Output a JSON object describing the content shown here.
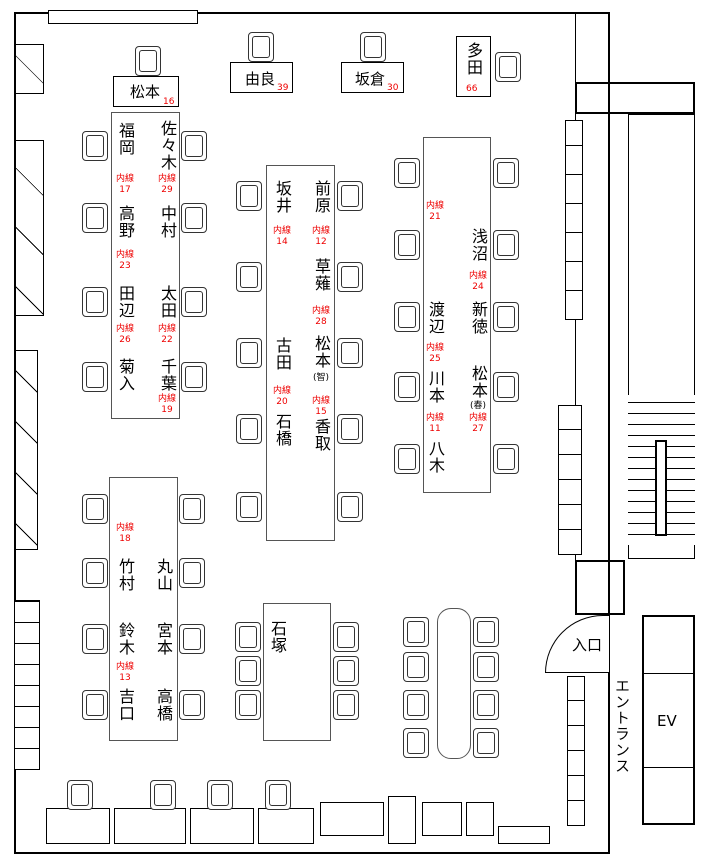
{
  "ext_label": "内線",
  "top": {
    "matsumoto": {
      "name": "松本",
      "ext": "16"
    },
    "yura": {
      "name": "由良",
      "ext": "39"
    },
    "sakakura": {
      "name": "坂倉",
      "ext": "30"
    },
    "tada": {
      "name": "多田",
      "ext": "66"
    }
  },
  "desk1": {
    "p": [
      {
        "name": "福岡",
        "ext": "17"
      },
      {
        "name": "佐々木",
        "ext": "29"
      },
      {
        "name": "高野",
        "ext": "23"
      },
      {
        "name": "中村"
      },
      {
        "name": "田辺",
        "ext": "26"
      },
      {
        "name": "太田",
        "ext": "22"
      },
      {
        "name": "菊入"
      },
      {
        "name": "千葉",
        "ext": "19"
      }
    ]
  },
  "desk2": {
    "p": [
      {
        "name": "坂井",
        "ext": "14"
      },
      {
        "name": "前原",
        "ext": "12"
      },
      {
        "name": "草薙",
        "ext": "28"
      },
      {
        "name": "古田",
        "ext": "20"
      },
      {
        "name": "松本",
        "sub": "(智)",
        "ext": "15"
      },
      {
        "name": "石橋"
      },
      {
        "name": "香取"
      }
    ]
  },
  "desk3": {
    "p": [
      {
        "name": "浅沼",
        "ext": "24"
      },
      {
        "name": "渡辺",
        "ext": "21"
      },
      {
        "name": "新徳"
      },
      {
        "name": "川本",
        "ext": "25"
      },
      {
        "name": "松本",
        "sub": "(春)",
        "ext": "27"
      },
      {
        "name": "八木",
        "ext": "11"
      }
    ]
  },
  "desk4": {
    "p": [
      {
        "name": "竹村",
        "ext": "18"
      },
      {
        "name": "丸山"
      },
      {
        "name": "鈴木"
      },
      {
        "name": "宮本"
      },
      {
        "name": "吉口",
        "ext": "13"
      },
      {
        "name": "高橋"
      }
    ]
  },
  "desk5": {
    "name": "石塚"
  },
  "labels": {
    "entrance_door": "入口",
    "entrance_hall": "エントランス",
    "elevator": "EV"
  }
}
